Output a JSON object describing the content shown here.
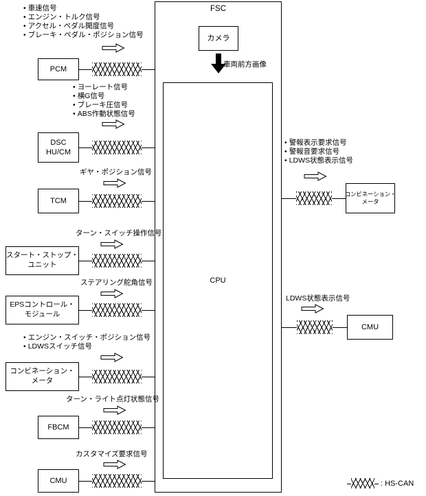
{
  "diagram": {
    "fsc_label": "FSC",
    "camera_label": "カメラ",
    "camera_output_label": "車両前方画像",
    "cpu_label": "CPU",
    "legend_label": ": HS-CAN"
  },
  "left_modules": [
    {
      "lines": [
        "PCM"
      ],
      "signals": [
        "車速信号",
        "エンジン・トルク信号",
        "アクセル・ペダル開度信号",
        "ブレーキ・ペダル・ポジション信号"
      ]
    },
    {
      "lines": [
        "DSC",
        "HU/CM"
      ],
      "signals": [
        "ヨーレート信号",
        "横G信号",
        "ブレーキ圧信号",
        "ABS作動状態信号"
      ]
    },
    {
      "lines": [
        "TCM"
      ],
      "signals": [
        "ギヤ・ポジション信号"
      ]
    },
    {
      "lines": [
        "スタート・ストップ・",
        "ユニット"
      ],
      "signals": [
        "ターン・スイッチ操作信号"
      ]
    },
    {
      "lines": [
        "EPSコントロール・",
        "モジュール"
      ],
      "signals": [
        "ステアリング舵角信号"
      ]
    },
    {
      "lines": [
        "コンビネーション・",
        "メータ"
      ],
      "signals": [
        "エンジン・スイッチ・ポジション信号",
        "LDWSスイッチ信号"
      ]
    },
    {
      "lines": [
        "FBCM"
      ],
      "signals": [
        "ターン・ライト点灯状態信号"
      ]
    },
    {
      "lines": [
        "CMU"
      ],
      "signals": [
        "カスタマイズ要求信号"
      ]
    }
  ],
  "right_modules": [
    {
      "lines": [
        "コンビネーション・",
        "メータ"
      ],
      "signals": [
        "警報表示要求信号",
        "警報音要求信号",
        "LDWS状態表示信号"
      ]
    },
    {
      "lines": [
        "CMU"
      ],
      "signals": [
        "LDWS状態表示信号"
      ]
    }
  ]
}
